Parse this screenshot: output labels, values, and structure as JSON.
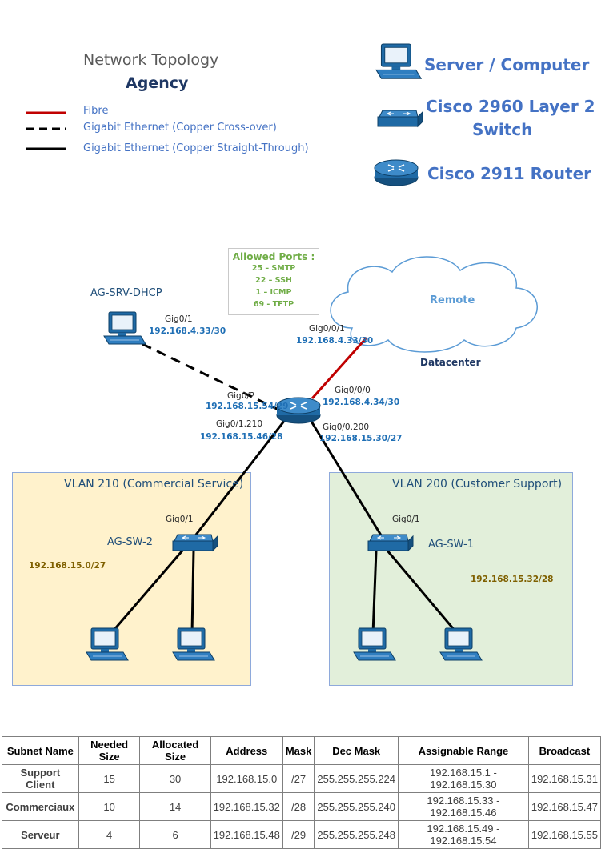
{
  "header": {
    "title": "Network Topology",
    "subtitle": "Agency"
  },
  "legend": {
    "items": [
      {
        "label": "Fibre",
        "color": "#c00000",
        "style": "solid"
      },
      {
        "label": "Gigabit Ethernet (Copper Cross-over)",
        "color": "#000000",
        "style": "dashed"
      },
      {
        "label": "Gigabit Ethernet (Copper Straight-Through)",
        "color": "#000000",
        "style": "solid"
      }
    ]
  },
  "device_key": {
    "server": "Server / Computer",
    "switch_line1": "Cisco 2960 Layer 2",
    "switch_line2": "Switch",
    "router": "Cisco 2911 Router"
  },
  "allowed_ports": {
    "title": "Allowed Ports :",
    "items": [
      "25 – SMTP",
      "22 – SSH",
      "1 – ICMP",
      "69 - TFTP"
    ]
  },
  "cloud": {
    "label": "Remote",
    "caption": "Datacenter"
  },
  "nodes": {
    "dhcp_server": {
      "name": "AG-SRV-DHCP",
      "port": "Gig0/1",
      "ip": "192.168.4.33/30"
    },
    "router": {
      "remote_port": "Gig0/0/1",
      "remote_ip": "192.168.4.33/30",
      "wan_port": "Gig0/0/0",
      "wan_ip": "192.168.4.34/30",
      "dhcp_port": "Gig0/2",
      "dhcp_ip": "192.168.15.54/29",
      "vlan210_port": "Gig0/1.210",
      "vlan210_ip": "192.168.15.46/28",
      "vlan200_port": "Gig0/0.200",
      "vlan200_ip": "192.168.15.30/27"
    },
    "sw2": {
      "name": "AG-SW-2",
      "port": "Gig0/1"
    },
    "sw1": {
      "name": "AG-SW-1",
      "port": "Gig0/1"
    }
  },
  "vlans": {
    "vlan210": {
      "title": "VLAN 210 (Commercial Service)",
      "subnet": "192.168.15.0/27",
      "fill": "#fff2cc"
    },
    "vlan200": {
      "title": "VLAN 200 (Customer Support)",
      "subnet": "192.168.15.32/28",
      "fill": "#e2efda"
    }
  },
  "subnet_table": {
    "headers": [
      "Subnet Name",
      "Needed Size",
      "Allocated Size",
      "Address",
      "Mask",
      "Dec Mask",
      "Assignable Range",
      "Broadcast"
    ],
    "rows": [
      [
        "Support Client",
        "15",
        "30",
        "192.168.15.0",
        "/27",
        "255.255.255.224",
        "192.168.15.1 - 192.168.15.30",
        "192.168.15.31"
      ],
      [
        "Commerciaux",
        "10",
        "14",
        "192.168.15.32",
        "/28",
        "255.255.255.240",
        "192.168.15.33 - 192.168.15.46",
        "192.168.15.47"
      ],
      [
        "Serveur",
        "4",
        "6",
        "192.168.15.48",
        "/29",
        "255.255.255.248",
        "192.168.15.49 - 192.168.15.54",
        "192.168.15.55"
      ]
    ]
  },
  "icons": [
    "computer-icon",
    "switch-icon",
    "router-icon",
    "cloud-icon"
  ]
}
